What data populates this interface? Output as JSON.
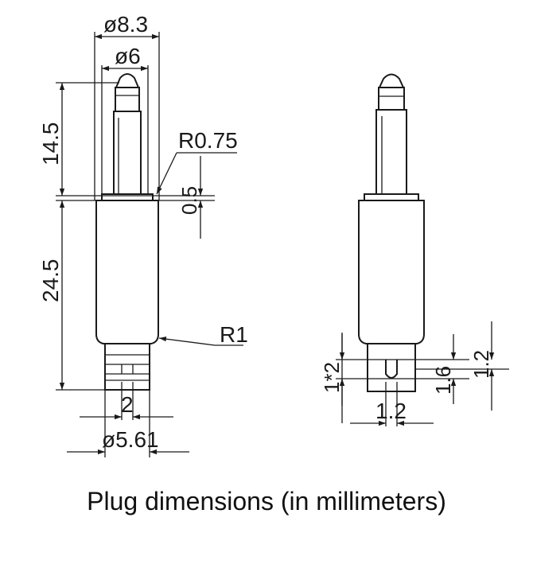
{
  "caption": "Plug dimensions (in millimeters)",
  "dimensions": {
    "outer_diameter": "ø8.3",
    "inner_diameter": "ø6",
    "tip_length": "14.5",
    "fillet_radius_top": "R0.75",
    "collar_height": "0.5",
    "body_length": "24.5",
    "fillet_radius_bottom": "R1",
    "groove_width": "2",
    "base_diameter": "ø5.61",
    "groove_depth": "1*2",
    "groove_pitch": "1.6",
    "groove_top": "1.2",
    "groove_bottom_width": "1.2"
  }
}
